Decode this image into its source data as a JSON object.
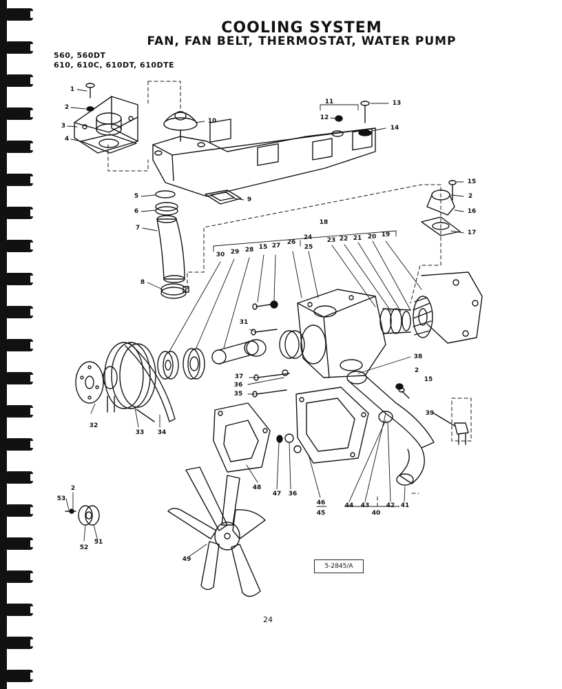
{
  "header": {
    "title": "COOLING SYSTEM",
    "subtitle": "FAN, FAN BELT, THERMOSTAT, WATER PUMP",
    "models_line1": "560,  560DT",
    "models_line2": "610,  610C,  610DT,  610DTE"
  },
  "callouts": [
    "1",
    "2",
    "3",
    "4",
    "5",
    "6",
    "7",
    "8",
    "9",
    "10",
    "11",
    "12",
    "13",
    "14",
    "15",
    "2",
    "16",
    "17",
    "18",
    "19",
    "20",
    "21",
    "22",
    "23",
    "24",
    "25",
    "26",
    "27",
    "15",
    "28",
    "29",
    "30",
    "31",
    "38",
    "2",
    "15",
    "37",
    "36",
    "35",
    "32",
    "33",
    "34",
    "39",
    "48",
    "47",
    "36",
    "46",
    "45",
    "44",
    "43",
    "42",
    "41",
    "40",
    "53",
    "2",
    "52",
    "51",
    "49"
  ],
  "reference_code": "5-2845/A",
  "page_number": "24"
}
